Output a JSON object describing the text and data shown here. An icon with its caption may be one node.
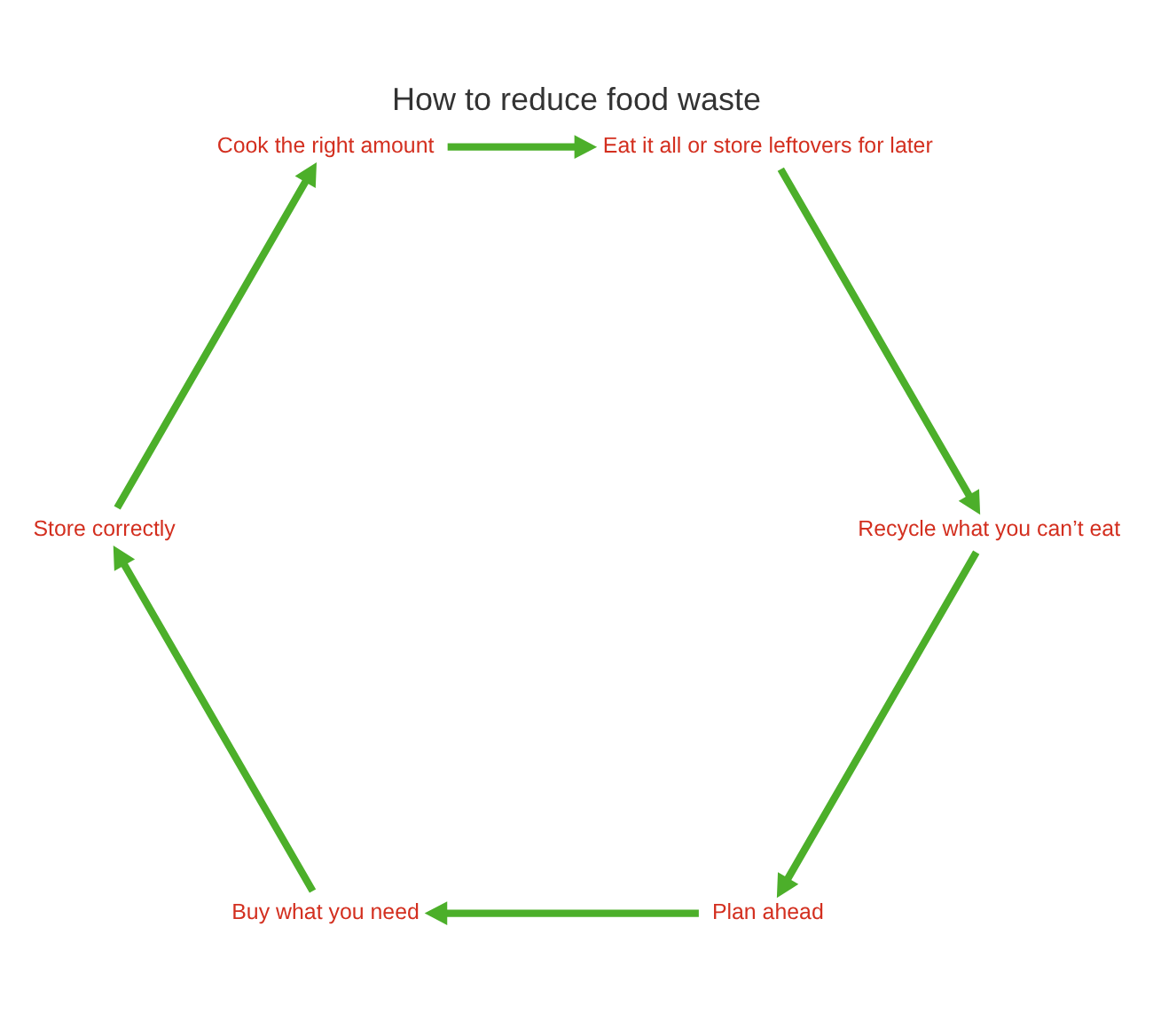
{
  "diagram": {
    "title": "How to reduce food waste",
    "nodes": [
      {
        "text": [
          "Plan ahead"
        ]
      },
      {
        "text": [
          "Buy what you need"
        ]
      },
      {
        "text": [
          "Store correctly"
        ]
      },
      {
        "text": [
          "Cook the right amount"
        ]
      },
      {
        "text": [
          "Eat it all or store leftovers for later"
        ]
      },
      {
        "text": [
          "Recycle what you can’t eat"
        ]
      }
    ],
    "edges": [
      {
        "from": 0,
        "to": 1,
        "arrow": "to"
      },
      {
        "from": 1,
        "to": 2,
        "arrow": "to"
      },
      {
        "from": 2,
        "to": 3,
        "arrow": "to"
      },
      {
        "from": 3,
        "to": 4,
        "arrow": "to"
      },
      {
        "from": 4,
        "to": 5,
        "arrow": "to"
      },
      {
        "from": 5,
        "to": 0,
        "arrow": "to"
      }
    ]
  }
}
